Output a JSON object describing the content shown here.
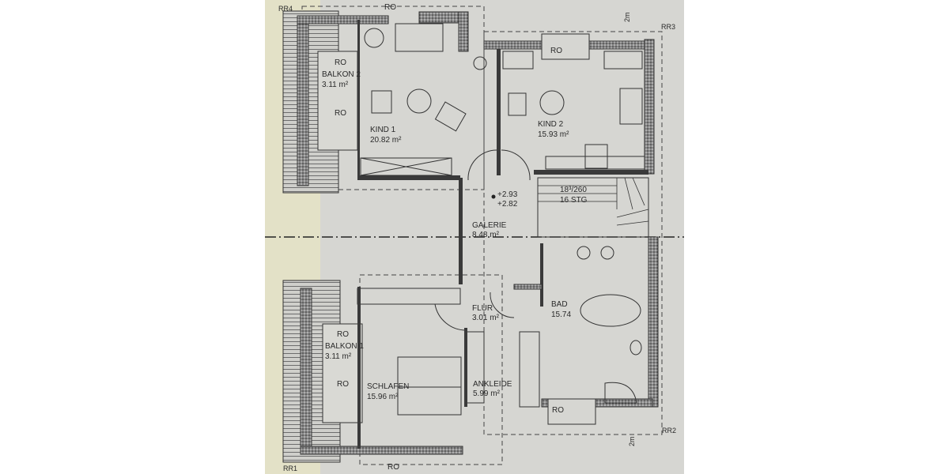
{
  "plan": {
    "markers": {
      "rr4": "RR4",
      "rr3": "RR3",
      "rr2": "RR2",
      "rr1": "RR1",
      "ro_top": "RO",
      "ro_kind2": "RO",
      "ro_bad": "RO",
      "ro_bottom": "RO",
      "north_top": "2m",
      "north_bottom": "2m"
    },
    "rooms": {
      "balkon2": {
        "name": "BALKON 2",
        "area": "3.11 m²",
        "ro1": "RO",
        "ro2": "RO"
      },
      "kind1": {
        "name": "KIND 1",
        "area": "20.82 m²"
      },
      "kind2": {
        "name": "KIND 2",
        "area": "15.93 m²"
      },
      "galerie": {
        "name": "GALERIE",
        "area": "8.48 m²"
      },
      "flur": {
        "name": "FLUR",
        "area": "3.01 m²"
      },
      "bad": {
        "name": "BAD",
        "area": "15.74"
      },
      "balkon1": {
        "name": "BALKON 1",
        "area": "3.11 m²",
        "ro1": "RO",
        "ro2": "RO"
      },
      "schlafen": {
        "name": "SCHLAFEN",
        "area": "15.96 m²"
      },
      "ankleide": {
        "name": "ANKLEIDE",
        "area": "5.99 m²"
      }
    },
    "levels": {
      "upper": "+2.93",
      "lower": "+2.82"
    },
    "stair": {
      "ratio": "18³/260",
      "steps": "16 STG"
    },
    "colors": {
      "paper": "#d6d6d2",
      "edge": "#ece9c2",
      "ink": "#2a2a2a"
    }
  }
}
